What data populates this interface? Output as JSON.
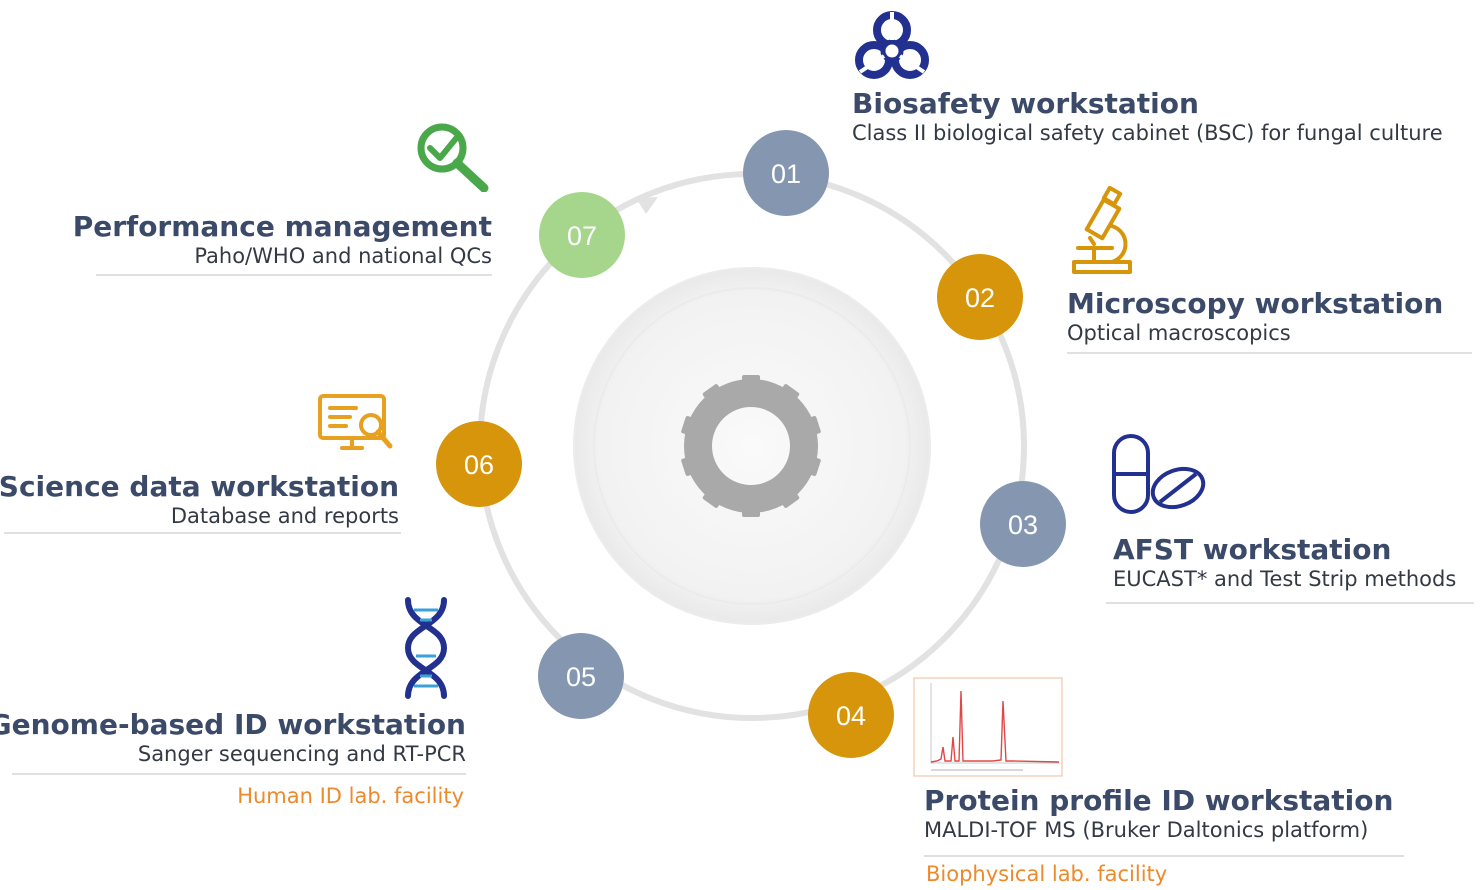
{
  "colors": {
    "navy": "#3b4a68",
    "slate_circle": "#8596b0",
    "gold_circle": "#d6950a",
    "green_circle": "#a6d68c",
    "orange_text": "#ec8a2c",
    "ring_gray": "#e2e2e2",
    "gear_gray": "#a9a9a9"
  },
  "steps": [
    {
      "num": "01",
      "title": "Biosafety workstation",
      "subtitle": "Class II biological safety cabinet (BSC) for fungal culture",
      "icon": "biohazard-icon"
    },
    {
      "num": "02",
      "title": "Microscopy workstation",
      "subtitle": "Optical macroscopics",
      "icon": "microscope-icon"
    },
    {
      "num": "03",
      "title": "AFST workstation",
      "subtitle": "EUCAST* and Test Strip methods",
      "icon": "pills-icon"
    },
    {
      "num": "04",
      "title": "Protein profile ID workstation",
      "subtitle": "MALDI-TOF MS (Bruker Daltonics platform)",
      "icon": "mass-spectrum-icon",
      "facility": "Biophysical lab. facility"
    },
    {
      "num": "05",
      "title": "Genome-based ID workstation",
      "subtitle": "Sanger sequencing and RT-PCR",
      "icon": "dna-icon",
      "facility": "Human ID lab. facility"
    },
    {
      "num": "06",
      "title": "Science data workstation",
      "subtitle": "Database and reports",
      "icon": "data-monitor-icon"
    },
    {
      "num": "07",
      "title": "Performance management",
      "subtitle": "Paho/WHO and national QCs",
      "icon": "magnifier-check-icon"
    }
  ]
}
